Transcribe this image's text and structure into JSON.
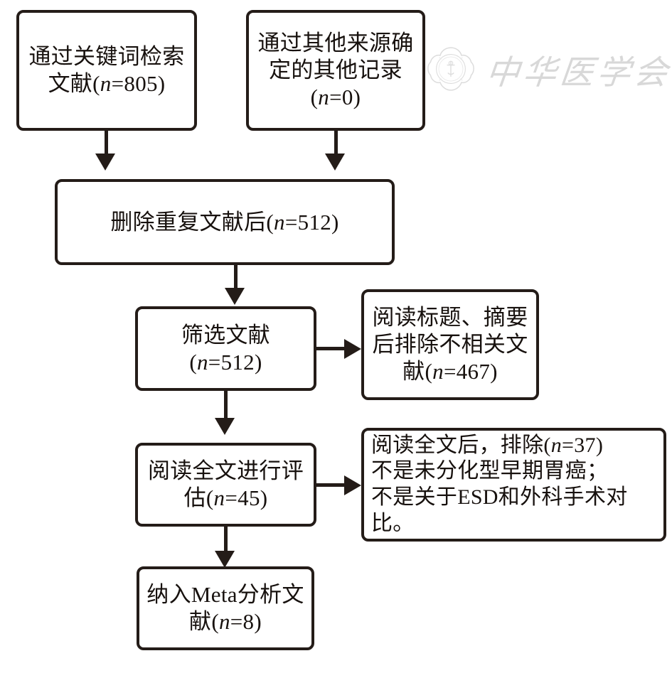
{
  "figure": {
    "type": "prisma-flowchart",
    "title_visible": false,
    "background_color": "#ffffff",
    "line_color": "#241c18"
  },
  "watermark": {
    "text": "中华医学会",
    "emblem_icon": "circular-seal-icon",
    "color": "#8e8e8e"
  },
  "nodes": {
    "search": {
      "id": "records-identified-database",
      "label": "通过关键词检索\n文献(n=805)",
      "line1": "通过关键词检索",
      "line2_prefix": "文献(",
      "line2_var": "n",
      "line2_suffix": "=805)",
      "count": 805
    },
    "other": {
      "id": "records-identified-other-sources",
      "label": "通过其他来源确\n定的其他记录\n(n=0)",
      "line1": "通过其他来源确",
      "line2": "定的其他记录",
      "line3_prefix": "(",
      "line3_var": "n",
      "line3_suffix": "=0)",
      "count": 0
    },
    "dedup": {
      "id": "records-after-duplicates-removed",
      "label": "删除重复文献后(n=512)",
      "prefix": "删除重复文献后(",
      "var": "n",
      "suffix": "=512)",
      "count": 512
    },
    "screen": {
      "id": "records-screened",
      "label": "筛选文献\n(n=512)",
      "line1": "筛选文献",
      "line2_prefix": "(",
      "line2_var": "n",
      "line2_suffix": "=512)",
      "count": 512
    },
    "exclude1": {
      "id": "records-excluded-title-abstract",
      "label": "阅读标题、摘要\n后排除不相关文\n献(n=467)",
      "line1": "阅读标题、摘要",
      "line2": "后排除不相关文",
      "line3_prefix": "献(",
      "line3_var": "n",
      "line3_suffix": "=467)",
      "count": 467
    },
    "fulltext": {
      "id": "full-text-articles-assessed",
      "label": "阅读全文进行评\n估(n=45)",
      "line1": "阅读全文进行评",
      "line2_prefix": "估(",
      "line2_var": "n",
      "line2_suffix": "=45)",
      "count": 45
    },
    "exclude2": {
      "id": "full-text-articles-excluded",
      "label": "阅读全文后，排除(n=37)\n不是未分化型早期胃癌；\n不是关于ESD和外科手术对比。",
      "line1_prefix": "阅读全文后，排除(",
      "line1_var": "n",
      "line1_suffix": "=37)",
      "line2": "不是未分化型早期胃癌；",
      "line3": "不是关于ESD和外科手术对比。",
      "count": 37
    },
    "included": {
      "id": "studies-included-meta-analysis",
      "label": "纳入Meta分析文\n献(n=8)",
      "line1": "纳入Meta分析文",
      "line2_prefix": "献(",
      "line2_var": "n",
      "line2_suffix": "=8)",
      "count": 8
    }
  },
  "connectors": [
    {
      "name": "search-to-dedup",
      "from": "search",
      "to": "dedup",
      "direction": "down"
    },
    {
      "name": "other-to-dedup",
      "from": "other",
      "to": "dedup",
      "direction": "down"
    },
    {
      "name": "dedup-to-screen",
      "from": "dedup",
      "to": "screen",
      "direction": "down"
    },
    {
      "name": "screen-to-fulltext",
      "from": "screen",
      "to": "fulltext",
      "direction": "down"
    },
    {
      "name": "fulltext-to-included",
      "from": "fulltext",
      "to": "included",
      "direction": "down"
    },
    {
      "name": "screen-to-exclude1",
      "from": "screen",
      "to": "exclude1",
      "direction": "right"
    },
    {
      "name": "fulltext-to-exclude2",
      "from": "fulltext",
      "to": "exclude2",
      "direction": "right"
    }
  ]
}
